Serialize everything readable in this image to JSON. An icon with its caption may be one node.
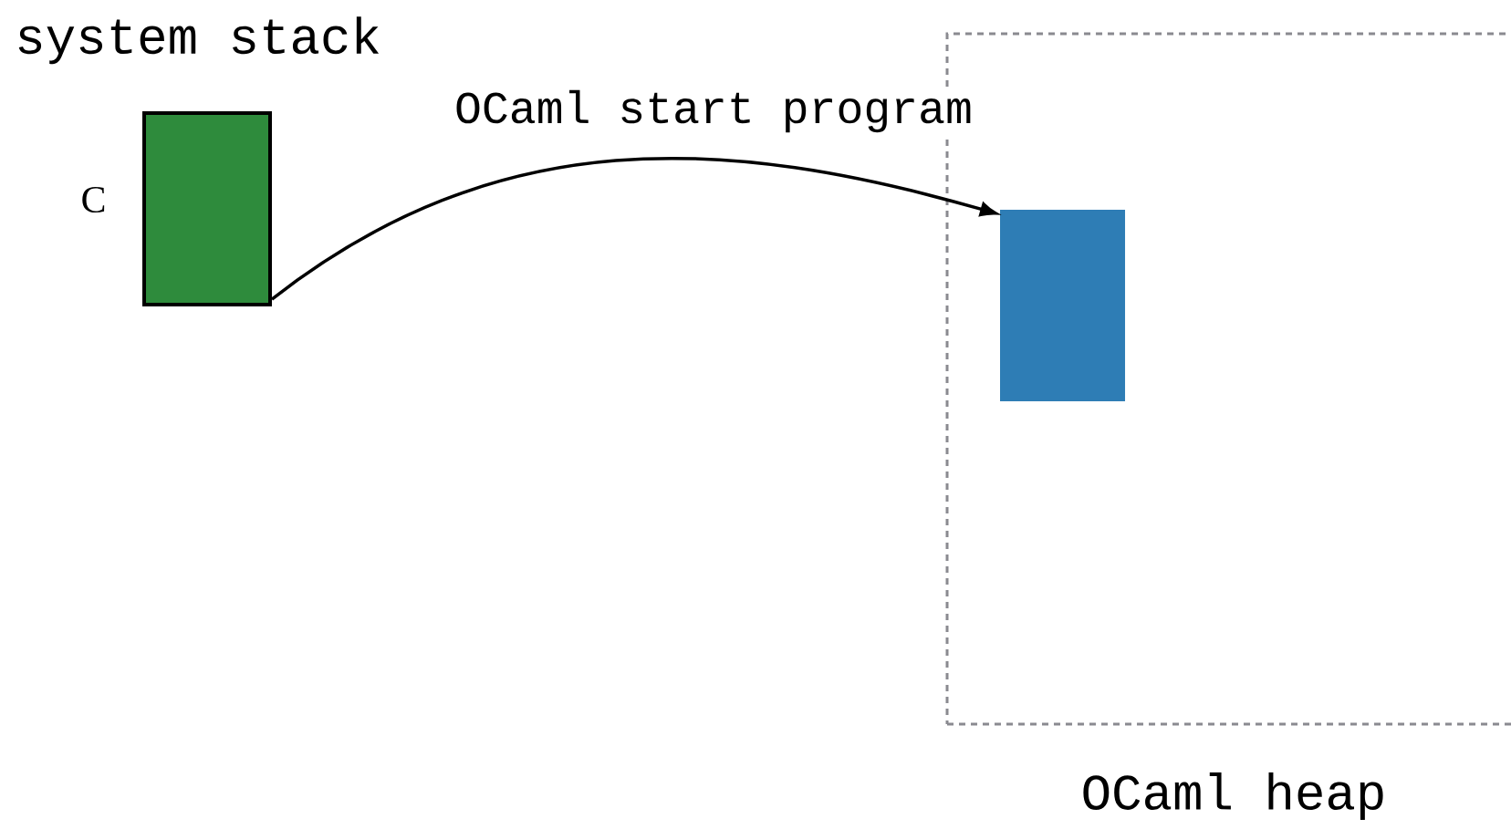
{
  "diagram": {
    "nodes": [
      {
        "text": [],
        "shape": "box",
        "beside": [
          "C"
        ]
      },
      {
        "text": [
          "OCaml heap"
        ]
      },
      {
        "text": [],
        "shape": "box",
        "in": 1
      }
    ],
    "edges": [
      {
        "from": 0,
        "to": 2,
        "arrow": "to",
        "label": "OCaml start program"
      }
    ],
    "labels": [
      "system stack"
    ]
  }
}
